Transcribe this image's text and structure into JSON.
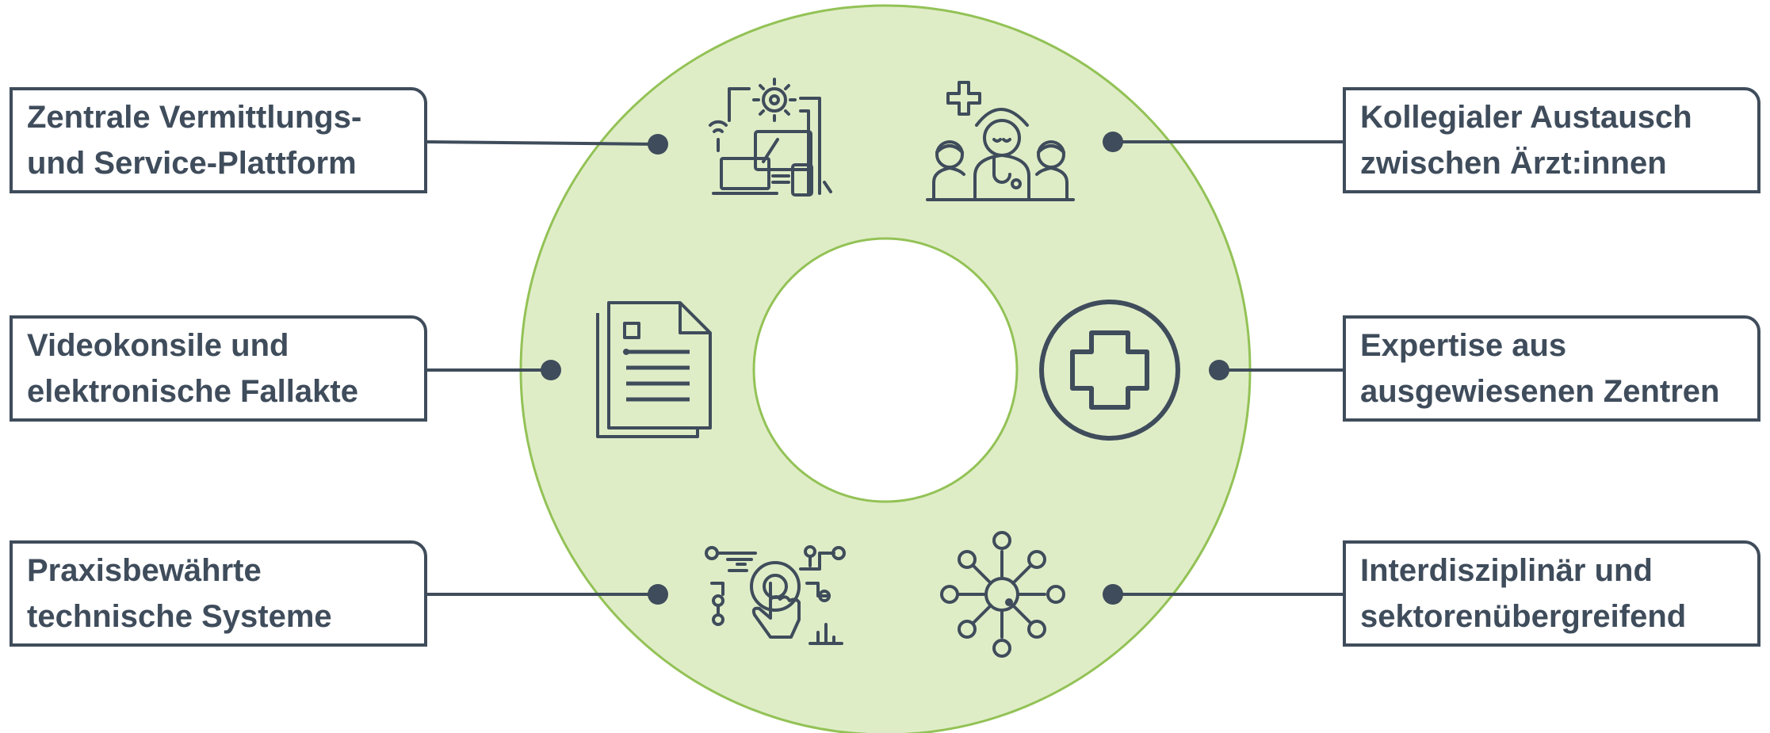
{
  "colors": {
    "ring_fill": "#dfedc7",
    "ring_stroke": "#93c256",
    "dark": "#3f4c5b",
    "background": "#ffffff"
  },
  "left_boxes": [
    {
      "text": "Zentrale Vermittlungs-\nund Service-Plattform",
      "icon": "devices-gear-icon"
    },
    {
      "text": "Videokonsile und\nelektronische Fallakte",
      "icon": "document-icon"
    },
    {
      "text": "Praxisbewährte\ntechnische Systeme",
      "icon": "touch-circuit-icon"
    }
  ],
  "right_boxes": [
    {
      "text": "Kollegialer Austausch\nzwischen Ärzt:innen",
      "icon": "doctors-team-icon"
    },
    {
      "text": "Expertise aus\nausgewiesenen Zentren",
      "icon": "medical-cross-icon"
    },
    {
      "text": "Interdisziplinär und\nsektorenübergreifend",
      "icon": "network-hub-icon"
    }
  ]
}
